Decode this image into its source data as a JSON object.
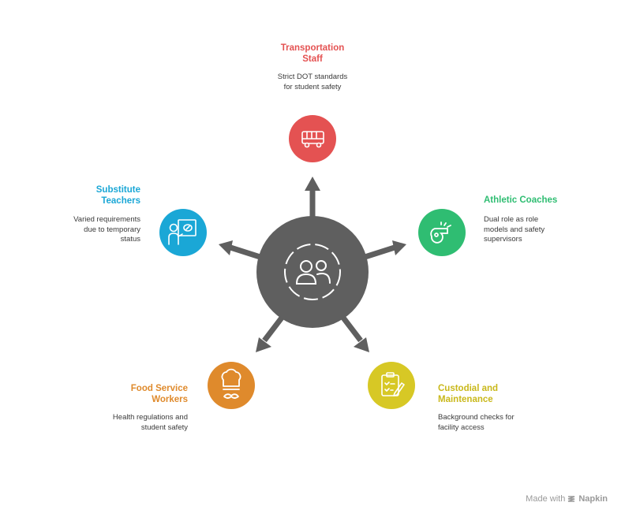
{
  "colors": {
    "hub": "#5f5f5f",
    "arrow": "#5f5f5f",
    "transportation": "#e45252",
    "athletic": "#2fbd72",
    "custodial": "#d7c825",
    "food": "#df8a2c",
    "substitute": "#1aa7d6"
  },
  "hub": {
    "icon": "people-icon"
  },
  "nodes": {
    "transportation": {
      "title": "Transportation\nStaff",
      "desc": "Strict DOT standards\nfor student safety",
      "icon": "bus-icon"
    },
    "athletic": {
      "title": "Athletic Coaches",
      "desc": "Dual role as role\nmodels and safety\nsupervisors",
      "icon": "whistle-icon"
    },
    "custodial": {
      "title": "Custodial and\nMaintenance",
      "desc": "Background checks for\nfacility access",
      "icon": "clipboard-icon"
    },
    "food": {
      "title": "Food Service\nWorkers",
      "desc": "Health regulations and\nstudent safety",
      "icon": "chef-icon"
    },
    "substitute": {
      "title": "Substitute\nTeachers",
      "desc": "Varied requirements\ndue to temporary\nstatus",
      "icon": "teacher-icon"
    }
  },
  "footer": {
    "prefix": "Made with",
    "brand": "Napkin"
  }
}
